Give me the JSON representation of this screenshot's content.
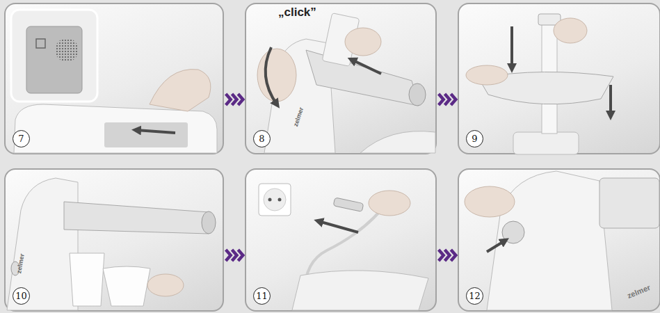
{
  "diagram": {
    "nodes": [
      {
        "text": [
          "7"
        ]
      },
      {
        "text": [
          "8"
        ]
      },
      {
        "text": [
          "9"
        ]
      },
      {
        "text": [
          "10"
        ]
      },
      {
        "text": [
          "11"
        ]
      },
      {
        "text": [
          "12"
        ]
      }
    ],
    "edges": [
      {
        "from": 0,
        "to": 1,
        "arrow": "to"
      },
      {
        "from": 1,
        "to": 2,
        "arrow": "to"
      },
      {
        "from": 3,
        "to": 4,
        "arrow": "to"
      },
      {
        "from": 4,
        "to": 5,
        "arrow": "to"
      }
    ],
    "labels": [
      "„click”",
      "zelmer",
      "zelmer",
      "zelmer"
    ]
  }
}
